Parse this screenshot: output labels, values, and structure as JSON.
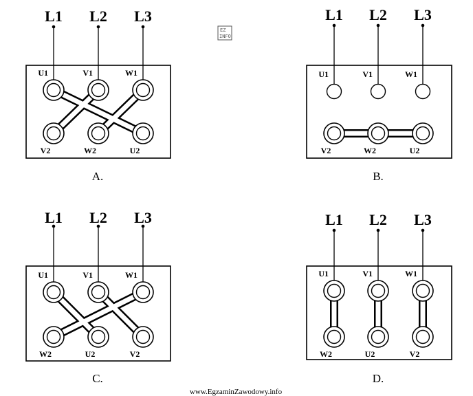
{
  "logo": {
    "line1": "EZ",
    "line2": "INFO"
  },
  "footer": "www.EgzaminZawodowy.info",
  "panels": [
    {
      "id": "A",
      "option_label": "A.",
      "leads": [
        "L1",
        "L2",
        "L3"
      ],
      "top_terminals": [
        "U1",
        "V1",
        "W1"
      ],
      "bottom_terminals": [
        "V2",
        "W2",
        "U2"
      ],
      "connections": [
        [
          "U1",
          "U2"
        ],
        [
          "V1",
          "V2"
        ],
        [
          "W1",
          "W2"
        ]
      ]
    },
    {
      "id": "B",
      "option_label": "B.",
      "leads": [
        "L1",
        "L2",
        "L3"
      ],
      "top_terminals": [
        "U1",
        "V1",
        "W1"
      ],
      "bottom_terminals": [
        "V2",
        "W2",
        "U2"
      ],
      "connections": [
        [
          "V2",
          "W2"
        ],
        [
          "W2",
          "U2"
        ]
      ]
    },
    {
      "id": "C",
      "option_label": "C.",
      "leads": [
        "L1",
        "L2",
        "L3"
      ],
      "top_terminals": [
        "U1",
        "V1",
        "W1"
      ],
      "bottom_terminals": [
        "W2",
        "U2",
        "V2"
      ],
      "connections": [
        [
          "U1",
          "U2"
        ],
        [
          "V1",
          "V2"
        ],
        [
          "W1",
          "W2"
        ]
      ]
    },
    {
      "id": "D",
      "option_label": "D.",
      "leads": [
        "L1",
        "L2",
        "L3"
      ],
      "top_terminals": [
        "U1",
        "V1",
        "W1"
      ],
      "bottom_terminals": [
        "W2",
        "U2",
        "V2"
      ],
      "connections": [
        [
          "U1",
          "W2"
        ],
        [
          "V1",
          "U2"
        ],
        [
          "W1",
          "V2"
        ]
      ]
    }
  ]
}
